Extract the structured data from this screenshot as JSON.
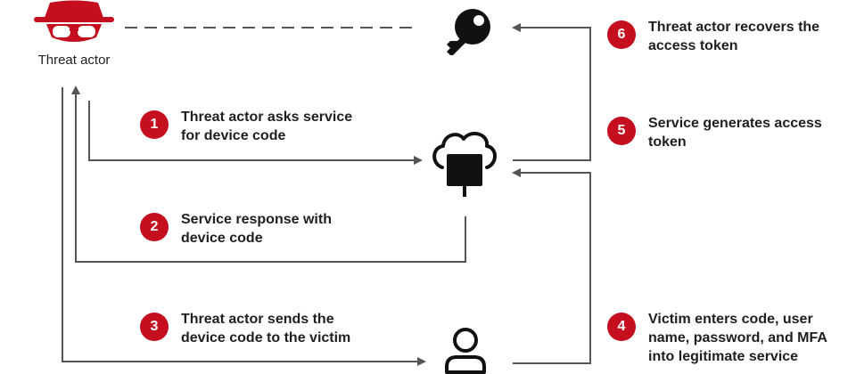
{
  "actor": {
    "label": "Threat actor"
  },
  "colors": {
    "accent": "#c50f1f",
    "line": "#555555",
    "icon": "#111111"
  },
  "icons": [
    "threat-actor-icon",
    "key-icon",
    "cloud-computer-icon",
    "user-icon"
  ],
  "steps": [
    {
      "num": "1",
      "lines": [
        "Threat actor asks service",
        "for device code"
      ]
    },
    {
      "num": "2",
      "lines": [
        "Service response with",
        "device code"
      ]
    },
    {
      "num": "3",
      "lines": [
        "Threat actor sends the",
        "device code to the victim"
      ]
    },
    {
      "num": "4",
      "lines": [
        "Victim enters code, user",
        "name, password, and MFA",
        "into legitimate service"
      ]
    },
    {
      "num": "5",
      "lines": [
        "Service generates access",
        "token"
      ]
    },
    {
      "num": "6",
      "lines": [
        "Threat actor recovers the",
        "access token"
      ]
    }
  ]
}
